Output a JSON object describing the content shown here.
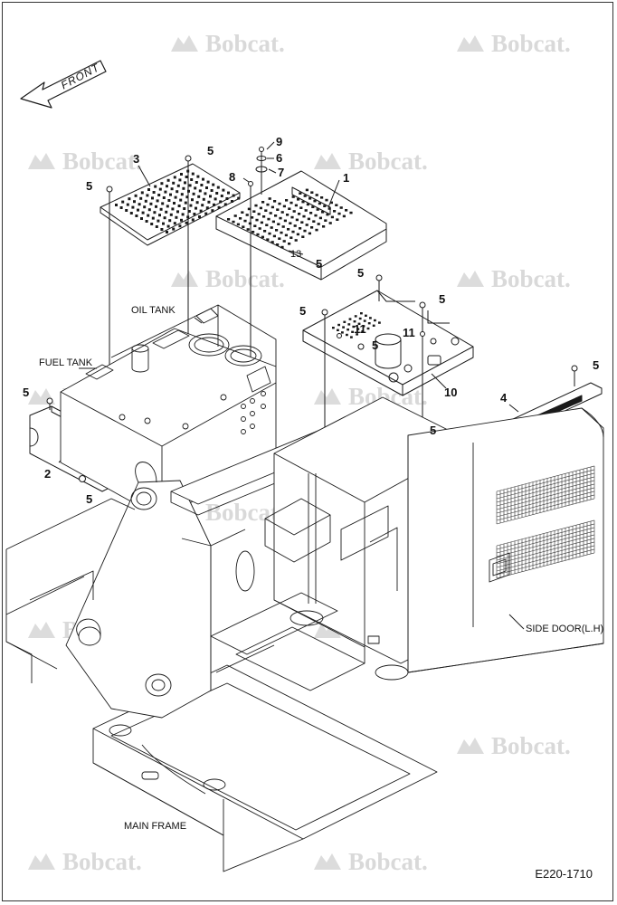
{
  "brand": {
    "watermark_text": "Bobcat."
  },
  "direction_arrow": {
    "text": "FRONT"
  },
  "labels": {
    "oil_tank": "OIL TANK",
    "fuel_tank": "FUEL TANK",
    "side_door": "SIDE DOOR(L.H)",
    "main_frame": "MAIN FRAME"
  },
  "callouts": {
    "c1": "1",
    "c2": "2",
    "c3": "3",
    "c4": "4",
    "c5a": "5",
    "c5b": "5",
    "c5c": "5",
    "c5d": "5",
    "c5e": "5",
    "c5f": "5",
    "c5g": "5",
    "c5h": "5",
    "c5i": "5",
    "c5j": "5",
    "c5k": "5",
    "c6": "6",
    "c7": "7",
    "c8": "8",
    "c9": "9",
    "c10": "10",
    "c11a": "11",
    "c11b": "11",
    "c13": "13"
  },
  "drawing_number": "E220-1710",
  "colors": {
    "line": "#1a1a1a",
    "watermark": "#d9d9d9"
  }
}
